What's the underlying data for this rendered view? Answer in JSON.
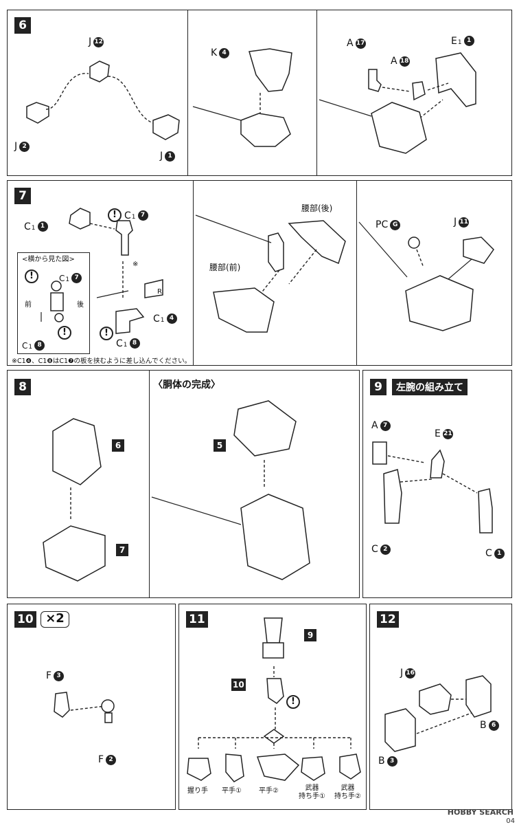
{
  "steps": {
    "s6": {
      "num": "6",
      "labels": [
        "J",
        "K",
        "A",
        "A",
        "E",
        "J",
        "J"
      ],
      "nums": [
        "12",
        "4",
        "17",
        "18",
        "1",
        "2",
        "1"
      ]
    },
    "s7": {
      "num": "7",
      "waist_back": "腰部(後)",
      "waist_front": "腰部(前)",
      "pc": "PC",
      "pc_num": "G",
      "j": "J",
      "j_num": "11",
      "inset_title": "<横から見た図>",
      "front": "前",
      "back": "後",
      "mark": "※",
      "r": "R",
      "note": "※C1❹、C1❽はC1❼の板を挟むように差し込んでください。"
    },
    "s8": {
      "num": "8",
      "title": "〈胴体の完成〉",
      "ref6": "6",
      "ref7": "7",
      "ref5": "5"
    },
    "s9": {
      "num": "9",
      "title": "左腕の組み立て",
      "labels": [
        "A",
        "E",
        "C",
        "C"
      ],
      "nums": [
        "7",
        "21",
        "2",
        "1"
      ]
    },
    "s10": {
      "num": "10",
      "times": "×2",
      "labels": [
        "F",
        "F"
      ],
      "nums": [
        "3",
        "2"
      ]
    },
    "s11": {
      "num": "11",
      "ref9": "9",
      "ref10": "10",
      "hands": [
        "握り手",
        "平手①",
        "平手②",
        "武器\n持ち手①",
        "武器\n持ち手②"
      ]
    },
    "s12": {
      "num": "12",
      "labels": [
        "J",
        "B",
        "B"
      ],
      "nums": [
        "16",
        "6",
        "3"
      ]
    }
  },
  "c": "C",
  "sub": "1",
  "footer": {
    "logo": "HOBBY SEARCH",
    "page": "04"
  }
}
